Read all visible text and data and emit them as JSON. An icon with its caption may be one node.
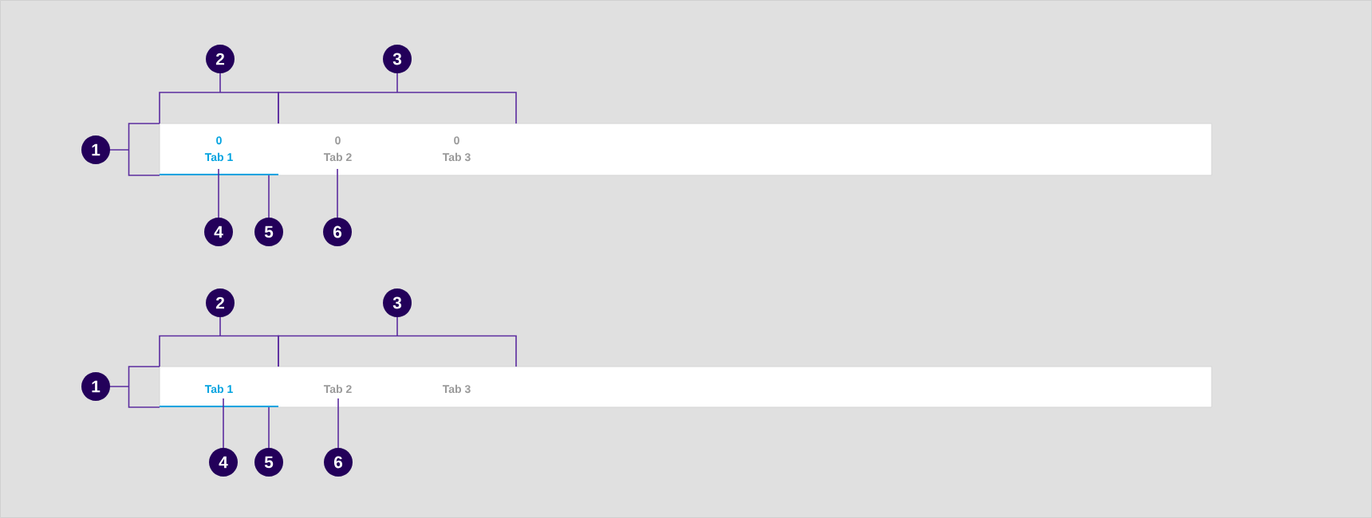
{
  "diagram": {
    "nodes": [
      {
        "text": [
          "2"
        ]
      },
      {
        "text": [
          "3"
        ]
      },
      {
        "text": [
          "1"
        ]
      },
      {
        "text": [],
        "shape": "box"
      },
      {
        "text": [
          "0",
          "Tab 1"
        ],
        "in": 3
      },
      {
        "text": [
          "0",
          "Tab 2"
        ],
        "in": 3
      },
      {
        "text": [
          "0",
          "Tab 3"
        ],
        "in": 3
      },
      {
        "text": [],
        "shape": "bar",
        "in": 3
      },
      {
        "text": [
          "4"
        ]
      },
      {
        "text": [
          "5"
        ]
      },
      {
        "text": [
          "6"
        ]
      },
      {
        "text": [
          "2"
        ]
      },
      {
        "text": [
          "3"
        ]
      },
      {
        "text": [
          "1"
        ]
      },
      {
        "text": [],
        "shape": "box"
      },
      {
        "text": [
          "Tab 1"
        ],
        "in": 14
      },
      {
        "text": [
          "Tab 2"
        ],
        "in": 14
      },
      {
        "text": [
          "Tab 3"
        ],
        "in": 14
      },
      {
        "text": [],
        "shape": "bar",
        "in": 14
      },
      {
        "text": [
          "4"
        ]
      },
      {
        "text": [
          "5"
        ]
      },
      {
        "text": [
          "6"
        ]
      }
    ],
    "edges": [
      {
        "from": 0,
        "to": 4,
        "arrow": "none"
      },
      {
        "from": 1,
        "to": 5,
        "arrow": "none"
      },
      {
        "from": 1,
        "to": 6,
        "arrow": "none"
      },
      {
        "from": 2,
        "to": 3,
        "arrow": "none"
      },
      {
        "from": 8,
        "to": 4,
        "arrow": "none"
      },
      {
        "from": 9,
        "to": 7,
        "arrow": "none"
      },
      {
        "from": 10,
        "to": 5,
        "arrow": "none"
      },
      {
        "from": 11,
        "to": 15,
        "arrow": "none"
      },
      {
        "from": 12,
        "to": 16,
        "arrow": "none"
      },
      {
        "from": 12,
        "to": 17,
        "arrow": "none"
      },
      {
        "from": 13,
        "to": 14,
        "arrow": "none"
      },
      {
        "from": 19,
        "to": 15,
        "arrow": "none"
      },
      {
        "from": 20,
        "to": 18,
        "arrow": "none"
      },
      {
        "from": 21,
        "to": 16,
        "arrow": "none"
      }
    ]
  }
}
